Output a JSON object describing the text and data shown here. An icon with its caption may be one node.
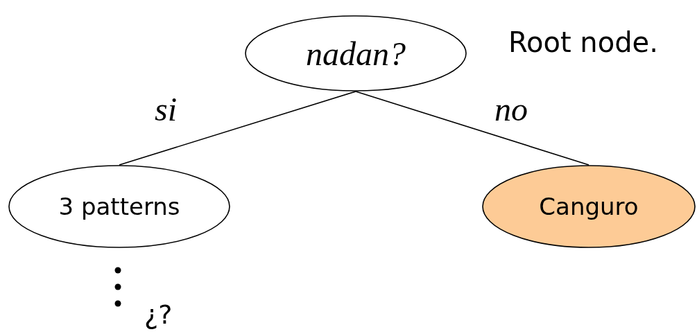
{
  "diagram": {
    "nodes": [
      {
        "text": [
          "nadan?"
        ],
        "beside": [
          "Root node."
        ]
      },
      {
        "text": [
          "3 patterns"
        ]
      },
      {
        "text": [
          "Canguro"
        ]
      }
    ],
    "edges": [
      {
        "from": 0,
        "to": 1,
        "arrow": "none",
        "label": "si"
      },
      {
        "from": 0,
        "to": 2,
        "arrow": "none",
        "label": "no"
      }
    ],
    "labels": [
      "¿?"
    ]
  }
}
